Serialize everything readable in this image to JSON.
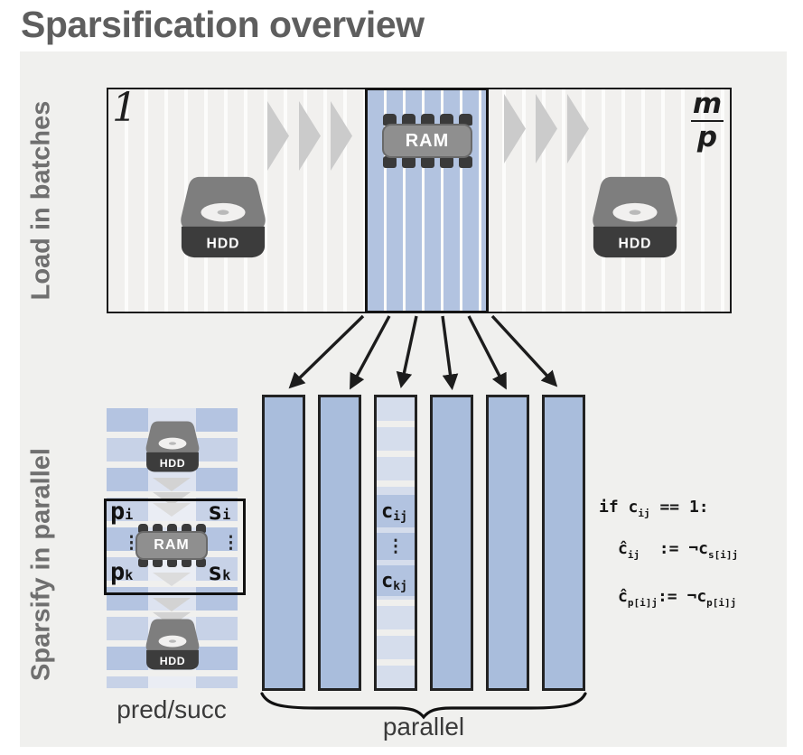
{
  "title": "Sparsification overview",
  "top_section": {
    "side_label": "Load in batches",
    "batch_number": "1",
    "fraction": {
      "numerator": "m",
      "denominator": "p"
    },
    "hdd_left_label": "HDD",
    "hdd_right_label": "HDD",
    "ram_label": "RAM"
  },
  "bottom_section": {
    "side_label": "Sparsify in parallel",
    "pred_succ": {
      "hdd_top_label": "HDD",
      "hdd_bottom_label": "HDD",
      "ram_label": "RAM",
      "cell_top_left": {
        "base": "p",
        "sub": "i"
      },
      "cell_top_right": {
        "base": "s",
        "sub": "i"
      },
      "cell_bottom_left": {
        "base": "p",
        "sub": "k"
      },
      "cell_bottom_right": {
        "base": "s",
        "sub": "k"
      },
      "dots": "⋮",
      "caption": "pred/succ"
    },
    "columns": {
      "caption": "parallel",
      "cell_top": {
        "base": "c",
        "sub": "ij"
      },
      "cell_bottom": {
        "base": "c",
        "sub": "kj"
      },
      "dots": "⋮"
    },
    "code": {
      "line1_a": "if c",
      "line1_sub": "ij",
      "line1_b": " == 1:",
      "line2_a": "ĉ",
      "line2_sub": "ij",
      "line2_b": "  := ¬c",
      "line2_sub2": "s[i]j",
      "line3_a": "ĉ",
      "line3_sub": "p[i]j",
      "line3_b": ":= ¬c",
      "line3_sub2": "p[i]j"
    }
  },
  "colors": {
    "panel_bg": "#f0f0ee",
    "stripe_bg": "#f1f0ee",
    "blue_medium": "#b2c3e0",
    "blue_column": "#a9bddc",
    "blue_pale": "#d5ddec",
    "border_dark": "#1a1a1a",
    "chevron_gray": "#cbcbcb",
    "hdd_body": "#7e7e7e",
    "hdd_band": "#3c3c3c",
    "ram_body": "#8f8f8f",
    "title_gray": "#5e5e5e",
    "side_label_gray": "#6f6f6f"
  }
}
